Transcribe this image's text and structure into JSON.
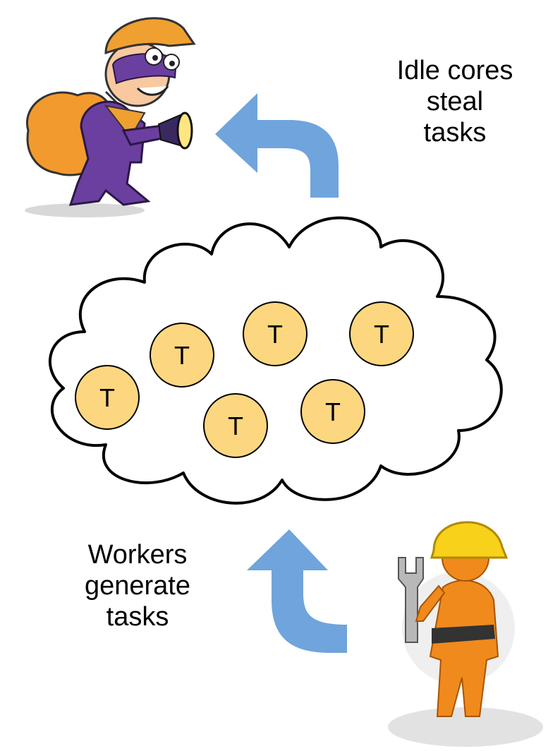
{
  "labels": {
    "steal": [
      "Idle cores",
      "steal",
      "tasks"
    ],
    "workers": [
      "Workers",
      "generate",
      "tasks"
    ]
  },
  "task_token": {
    "text": "T",
    "fill": "#fdd77f",
    "stroke": "#000000"
  },
  "tasks": [
    "T",
    "T",
    "T",
    "T",
    "T",
    "T"
  ],
  "colors": {
    "arrow": "#6fa4dc",
    "thief_suit": "#6b3fa0",
    "thief_hat": "#f0a030",
    "worker": "#f08a1c",
    "helmet": "#f7d11a"
  },
  "icons": {
    "thief": "burglar-with-sack-and-flashlight-icon",
    "worker": "worker-with-hard-hat-and-wrench-icon"
  }
}
